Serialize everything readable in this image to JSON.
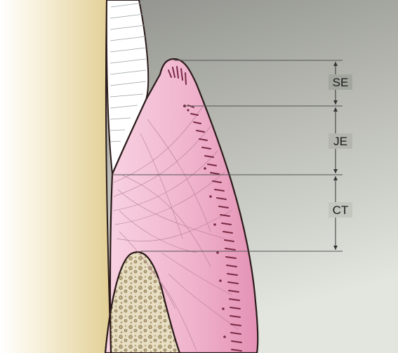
{
  "labels": {
    "sulcular_epithelium": "SE",
    "junctional_epithelium": "JE",
    "connective_tissue": "CT"
  },
  "colors": {
    "background_top": "#8e8f8a",
    "background_bottom": "#dde2da",
    "tooth_root": "#e9dba8",
    "enamel": "#ffffff",
    "gingiva": "#efb3cc",
    "gingiva_deep": "#d97aa0",
    "epithelium_dots": "#7a2a44",
    "bone": "#e7dcbf",
    "outline": "#2b1a1a",
    "guide_lines": "#555555"
  }
}
